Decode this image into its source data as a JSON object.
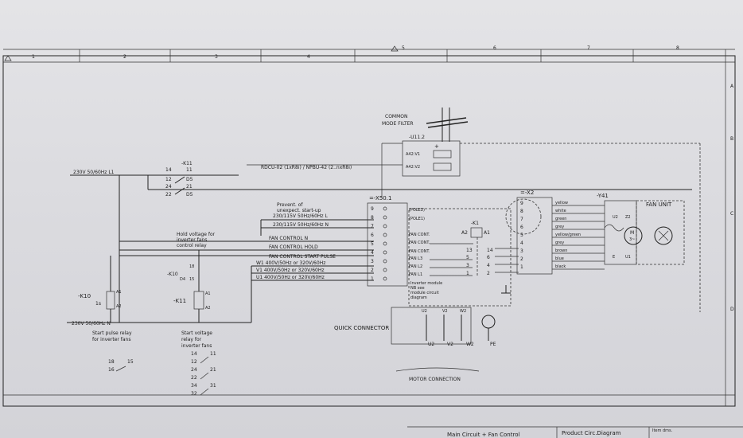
{
  "border": {
    "columns": [
      "1",
      "2",
      "3",
      "4",
      "5",
      "6",
      "7",
      "8"
    ],
    "rows": [
      "A",
      "B",
      "C",
      "D"
    ]
  },
  "filter": {
    "label1": "COMMON",
    "label2": "MODE FILTER",
    "ref": "-U11.2",
    "a42v1": "A42:V1",
    "a42v2": "A42:V2"
  },
  "rdcu": "RDCU-02 (1xR8i) / NPBU-42 (2..nxR8i)",
  "supply": {
    "top": "230V 50/60Hz  L1",
    "bottom": "230V 50/60Hz  N"
  },
  "k11_top": {
    "ref": "-K11",
    "contacts": [
      "14",
      "11",
      "12",
      "D5",
      "24",
      "21",
      "22",
      "D5"
    ]
  },
  "prevent": {
    "line1": "Prevent. of",
    "line2": "unexpect. start-up"
  },
  "signals": [
    "230/115V 50Hz/60Hz L",
    "230/115V 50Hz/60Hz N",
    "FAN CONTROL N",
    "FAN CONTROL HOLD",
    "FAN CONTROL START PULSE",
    "W1  400V/50Hz or 320V/60Hz",
    "V1  400V/50Hz or 320V/60Hz",
    "U1  400V/50Hz or 320V/60Hz"
  ],
  "hold": {
    "l1": "Hold voltage for",
    "l2": "inverter fans",
    "l3": "control relay"
  },
  "x501": {
    "ref": "=-X50.1",
    "pins": [
      "9",
      "8",
      "7",
      "6",
      "5",
      "4",
      "3",
      "2",
      "1"
    ],
    "labels": [
      "(POLE2)",
      "(POLE1)",
      "FAN CONT.",
      "FAN CONT.",
      "FAN CONT.",
      "FAN L3",
      "FAN L2",
      "FAN L1"
    ]
  },
  "k1": {
    "ref": "-K1",
    "a2": "A2",
    "a1": "A1",
    "c13": "13",
    "c14": "14",
    "c5": "5",
    "c6": "6",
    "c3": "3",
    "c4": "4",
    "c1": "1",
    "c2": "2"
  },
  "inverter_note": {
    "l1": "Inverter module",
    "l2": "NB see",
    "l3": "module circuit",
    "l4": "diagram"
  },
  "x2": {
    "ref": "=-X2",
    "pins": [
      "9",
      "8",
      "7",
      "6",
      "5",
      "4",
      "3",
      "2",
      "1"
    ],
    "colors": [
      "yellow",
      "white",
      "green",
      "grey",
      "yellow/green",
      "grey",
      "brown",
      "blue",
      "black"
    ]
  },
  "y41": {
    "ref": "-Y41",
    "fan_unit": "FAN UNIT",
    "u2": "U2",
    "z2": "Z2",
    "e": "E",
    "u1": "U1",
    "m": "M",
    "tilde": "3~"
  },
  "k10": {
    "ref": "-K10",
    "mode": "1s",
    "coil": "A1",
    "coil2": "A2",
    "note1": "Start pulse relay",
    "note2": "for inverter fans"
  },
  "k10c": {
    "ref": "-K10",
    "c18": "18",
    "c15": "15",
    "d4": "D4"
  },
  "k11c": {
    "ref": "-K11",
    "a1": "A1",
    "a2": "A2",
    "note1": "Start voltage",
    "note2": "relay for",
    "note3": "inverter fans"
  },
  "k10_contacts": [
    "18",
    "15",
    "16"
  ],
  "k11_contacts": [
    "14",
    "11",
    "12",
    "24",
    "21",
    "22",
    "34",
    "31",
    "32"
  ],
  "quick": {
    "label": "QUICK CONNECTOR",
    "u2": "U2",
    "v2": "V2",
    "w2": "W2"
  },
  "motor": {
    "u2": "U2",
    "v2": "V2",
    "w2": "W2",
    "pe": "PE",
    "label": "MOTOR CONNECTION"
  },
  "title_block": {
    "a": "Main Circuit + Fan Control",
    "b": "Product Circ.Diagram",
    "c": "Item dms."
  }
}
